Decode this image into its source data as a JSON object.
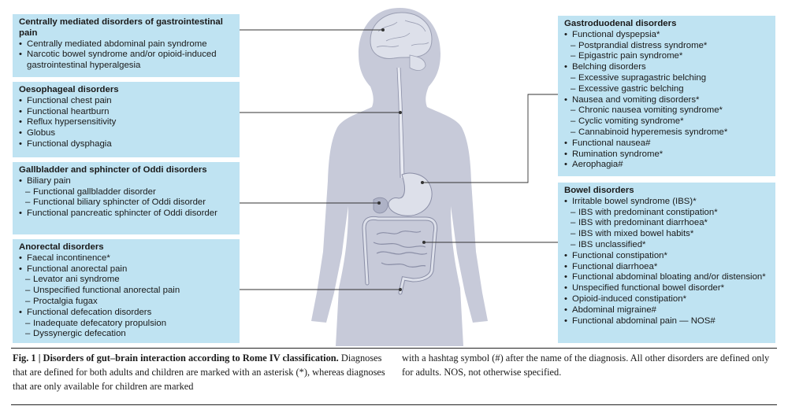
{
  "boxes": {
    "central": {
      "title": "Centrally mediated disorders of gastrointestinal pain",
      "items": [
        {
          "level": 1,
          "text": "Centrally mediated abdominal pain syndrome"
        },
        {
          "level": 1,
          "text": "Narcotic bowel syndrome and/or opioid-induced gastrointestinal hyperalgesia"
        }
      ]
    },
    "oesophageal": {
      "title": "Oesophageal disorders",
      "items": [
        {
          "level": 1,
          "text": "Functional chest pain"
        },
        {
          "level": 1,
          "text": "Functional heartburn"
        },
        {
          "level": 1,
          "text": "Reflux hypersensitivity"
        },
        {
          "level": 1,
          "text": "Globus"
        },
        {
          "level": 1,
          "text": "Functional dysphagia"
        }
      ]
    },
    "gallbladder": {
      "title": "Gallbladder and sphincter of Oddi disorders",
      "items": [
        {
          "level": 1,
          "text": "Biliary pain"
        },
        {
          "level": 2,
          "text": "Functional gallbladder disorder"
        },
        {
          "level": 2,
          "text": "Functional biliary sphincter of Oddi disorder"
        },
        {
          "level": 1,
          "text": "Functional pancreatic sphincter of Oddi disorder"
        }
      ]
    },
    "anorectal": {
      "title": "Anorectal disorders",
      "items": [
        {
          "level": 1,
          "text": "Faecal incontinence*"
        },
        {
          "level": 1,
          "text": "Functional anorectal pain"
        },
        {
          "level": 2,
          "text": "Levator ani syndrome"
        },
        {
          "level": 2,
          "text": "Unspecified functional anorectal pain"
        },
        {
          "level": 2,
          "text": "Proctalgia fugax"
        },
        {
          "level": 1,
          "text": "Functional defecation disorders"
        },
        {
          "level": 2,
          "text": "Inadequate defecatory propulsion"
        },
        {
          "level": 2,
          "text": "Dyssynergic defecation"
        }
      ]
    },
    "gastroduodenal": {
      "title": "Gastroduodenal disorders",
      "items": [
        {
          "level": 1,
          "text": "Functional dyspepsia*"
        },
        {
          "level": 2,
          "text": "Postprandial distress syndrome*"
        },
        {
          "level": 2,
          "text": "Epigastric pain syndrome*"
        },
        {
          "level": 1,
          "text": "Belching disorders"
        },
        {
          "level": 2,
          "text": "Excessive supragastric belching"
        },
        {
          "level": 2,
          "text": "Excessive gastric belching"
        },
        {
          "level": 1,
          "text": "Nausea and vomiting disorders*"
        },
        {
          "level": 2,
          "text": "Chronic nausea vomiting syndrome*"
        },
        {
          "level": 2,
          "text": "Cyclic vomiting syndrome*"
        },
        {
          "level": 2,
          "text": "Cannabinoid hyperemesis syndrome*"
        },
        {
          "level": 1,
          "text": "Functional nausea#"
        },
        {
          "level": 1,
          "text": "Rumination syndrome*"
        },
        {
          "level": 1,
          "text": "Aerophagia#"
        }
      ]
    },
    "bowel": {
      "title": "Bowel disorders",
      "items": [
        {
          "level": 1,
          "text": "Irritable bowel syndrome (IBS)*"
        },
        {
          "level": 2,
          "text": "IBS with predominant constipation*"
        },
        {
          "level": 2,
          "text": "IBS with predominant diarrhoea*"
        },
        {
          "level": 2,
          "text": "IBS with mixed bowel habits*"
        },
        {
          "level": 2,
          "text": "IBS unclassified*"
        },
        {
          "level": 1,
          "text": "Functional constipation*"
        },
        {
          "level": 1,
          "text": "Functional diarrhoea*"
        },
        {
          "level": 1,
          "text": "Functional abdominal bloating and/or distension*"
        },
        {
          "level": 1,
          "text": "Unspecified functional bowel disorder*"
        },
        {
          "level": 1,
          "text": "Opioid-induced constipation*"
        },
        {
          "level": 1,
          "text": "Abdominal migraine#"
        },
        {
          "level": 1,
          "text": "Functional abdominal pain — NOS#"
        }
      ]
    }
  },
  "caption": {
    "fig_title": "Fig. 1 | Disorders of gut–brain interaction according to Rome IV classification.",
    "left_text": "Diagnoses that are defined for both adults and children are marked with an asterisk (*), whereas diagnoses that are only available for children are marked",
    "right_text": "with a hashtag symbol (#) after the name of the diagnosis. All other disorders are defined only for adults. NOS, not otherwise specified."
  },
  "colors": {
    "box_fill": "#bfe3f2",
    "body_fill": "#c7cad9",
    "organ_fill": "#dde0ea",
    "leader_line": "#333333"
  }
}
